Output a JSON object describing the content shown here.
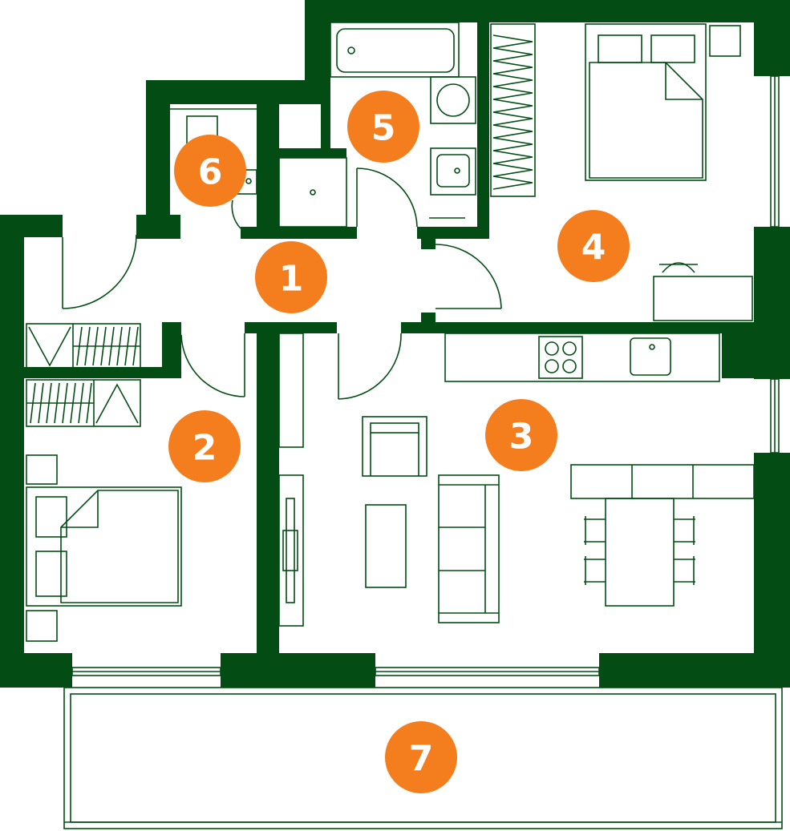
{
  "colors": {
    "wall": "#034d14",
    "badge": "#f47e1e",
    "badge_text": "#ffffff",
    "background": "#ffffff"
  },
  "rooms": [
    {
      "id": "hall",
      "label": "1"
    },
    {
      "id": "bedroom-small",
      "label": "2"
    },
    {
      "id": "living-kitchen",
      "label": "3"
    },
    {
      "id": "bedroom-large",
      "label": "4"
    },
    {
      "id": "bathroom",
      "label": "5"
    },
    {
      "id": "wc",
      "label": "6"
    },
    {
      "id": "balcony",
      "label": "7"
    }
  ]
}
